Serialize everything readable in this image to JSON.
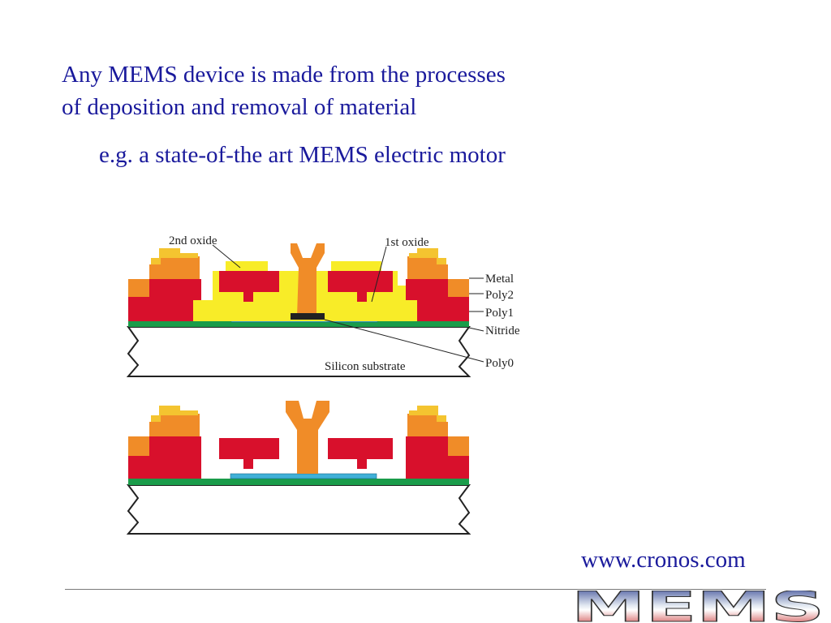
{
  "slide": {
    "heading_line1": "Any MEMS device is made from the processes",
    "heading_line2": "of deposition and removal of material",
    "example": "e.g. a state-of-the art MEMS electric motor",
    "url": "www.cronos.com"
  },
  "diagram_labels": {
    "second_oxide": "2nd oxide",
    "first_oxide": "1st oxide",
    "metal": "Metal",
    "poly2": "Poly2",
    "poly1": "Poly1",
    "nitride": "Nitride",
    "silicon_substrate": "Silicon substrate",
    "poly0": "Poly0"
  },
  "logo": {
    "text": "MEMS"
  },
  "colors": {
    "text": "#1a1a9c",
    "metal": "#f4c430",
    "poly2": "#f08c28",
    "poly1": "#d8102c",
    "oxide": "#f8ec28",
    "nitride": "#1a9c4a",
    "poly0": "#40b0d8"
  }
}
